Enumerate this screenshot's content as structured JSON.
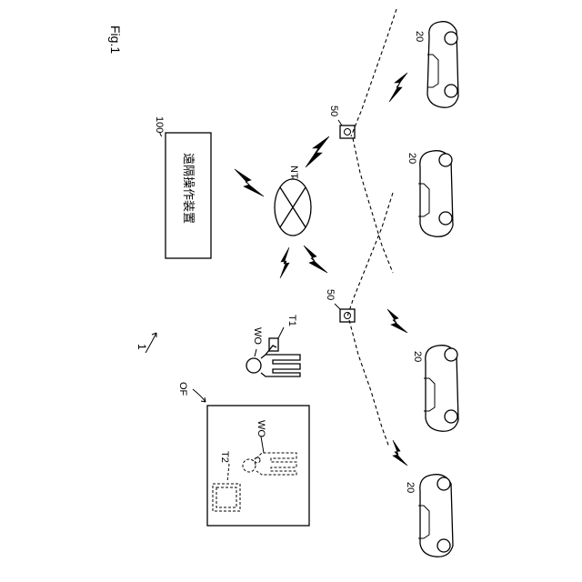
{
  "figure": {
    "title": "Fig.1"
  },
  "system": {
    "label": "1"
  },
  "remote_device": {
    "ref": "100",
    "name": "遠隔操作装置"
  },
  "network": {
    "label": "NT"
  },
  "roadside_units": [
    {
      "ref": "50"
    },
    {
      "ref": "50"
    }
  ],
  "vehicles": [
    {
      "ref": "20"
    },
    {
      "ref": "20"
    },
    {
      "ref": "20"
    },
    {
      "ref": "20"
    }
  ],
  "operator": {
    "ref": "WO",
    "terminal": "T1"
  },
  "office": {
    "ref": "OF",
    "operator": "WO",
    "terminal": "T2"
  }
}
